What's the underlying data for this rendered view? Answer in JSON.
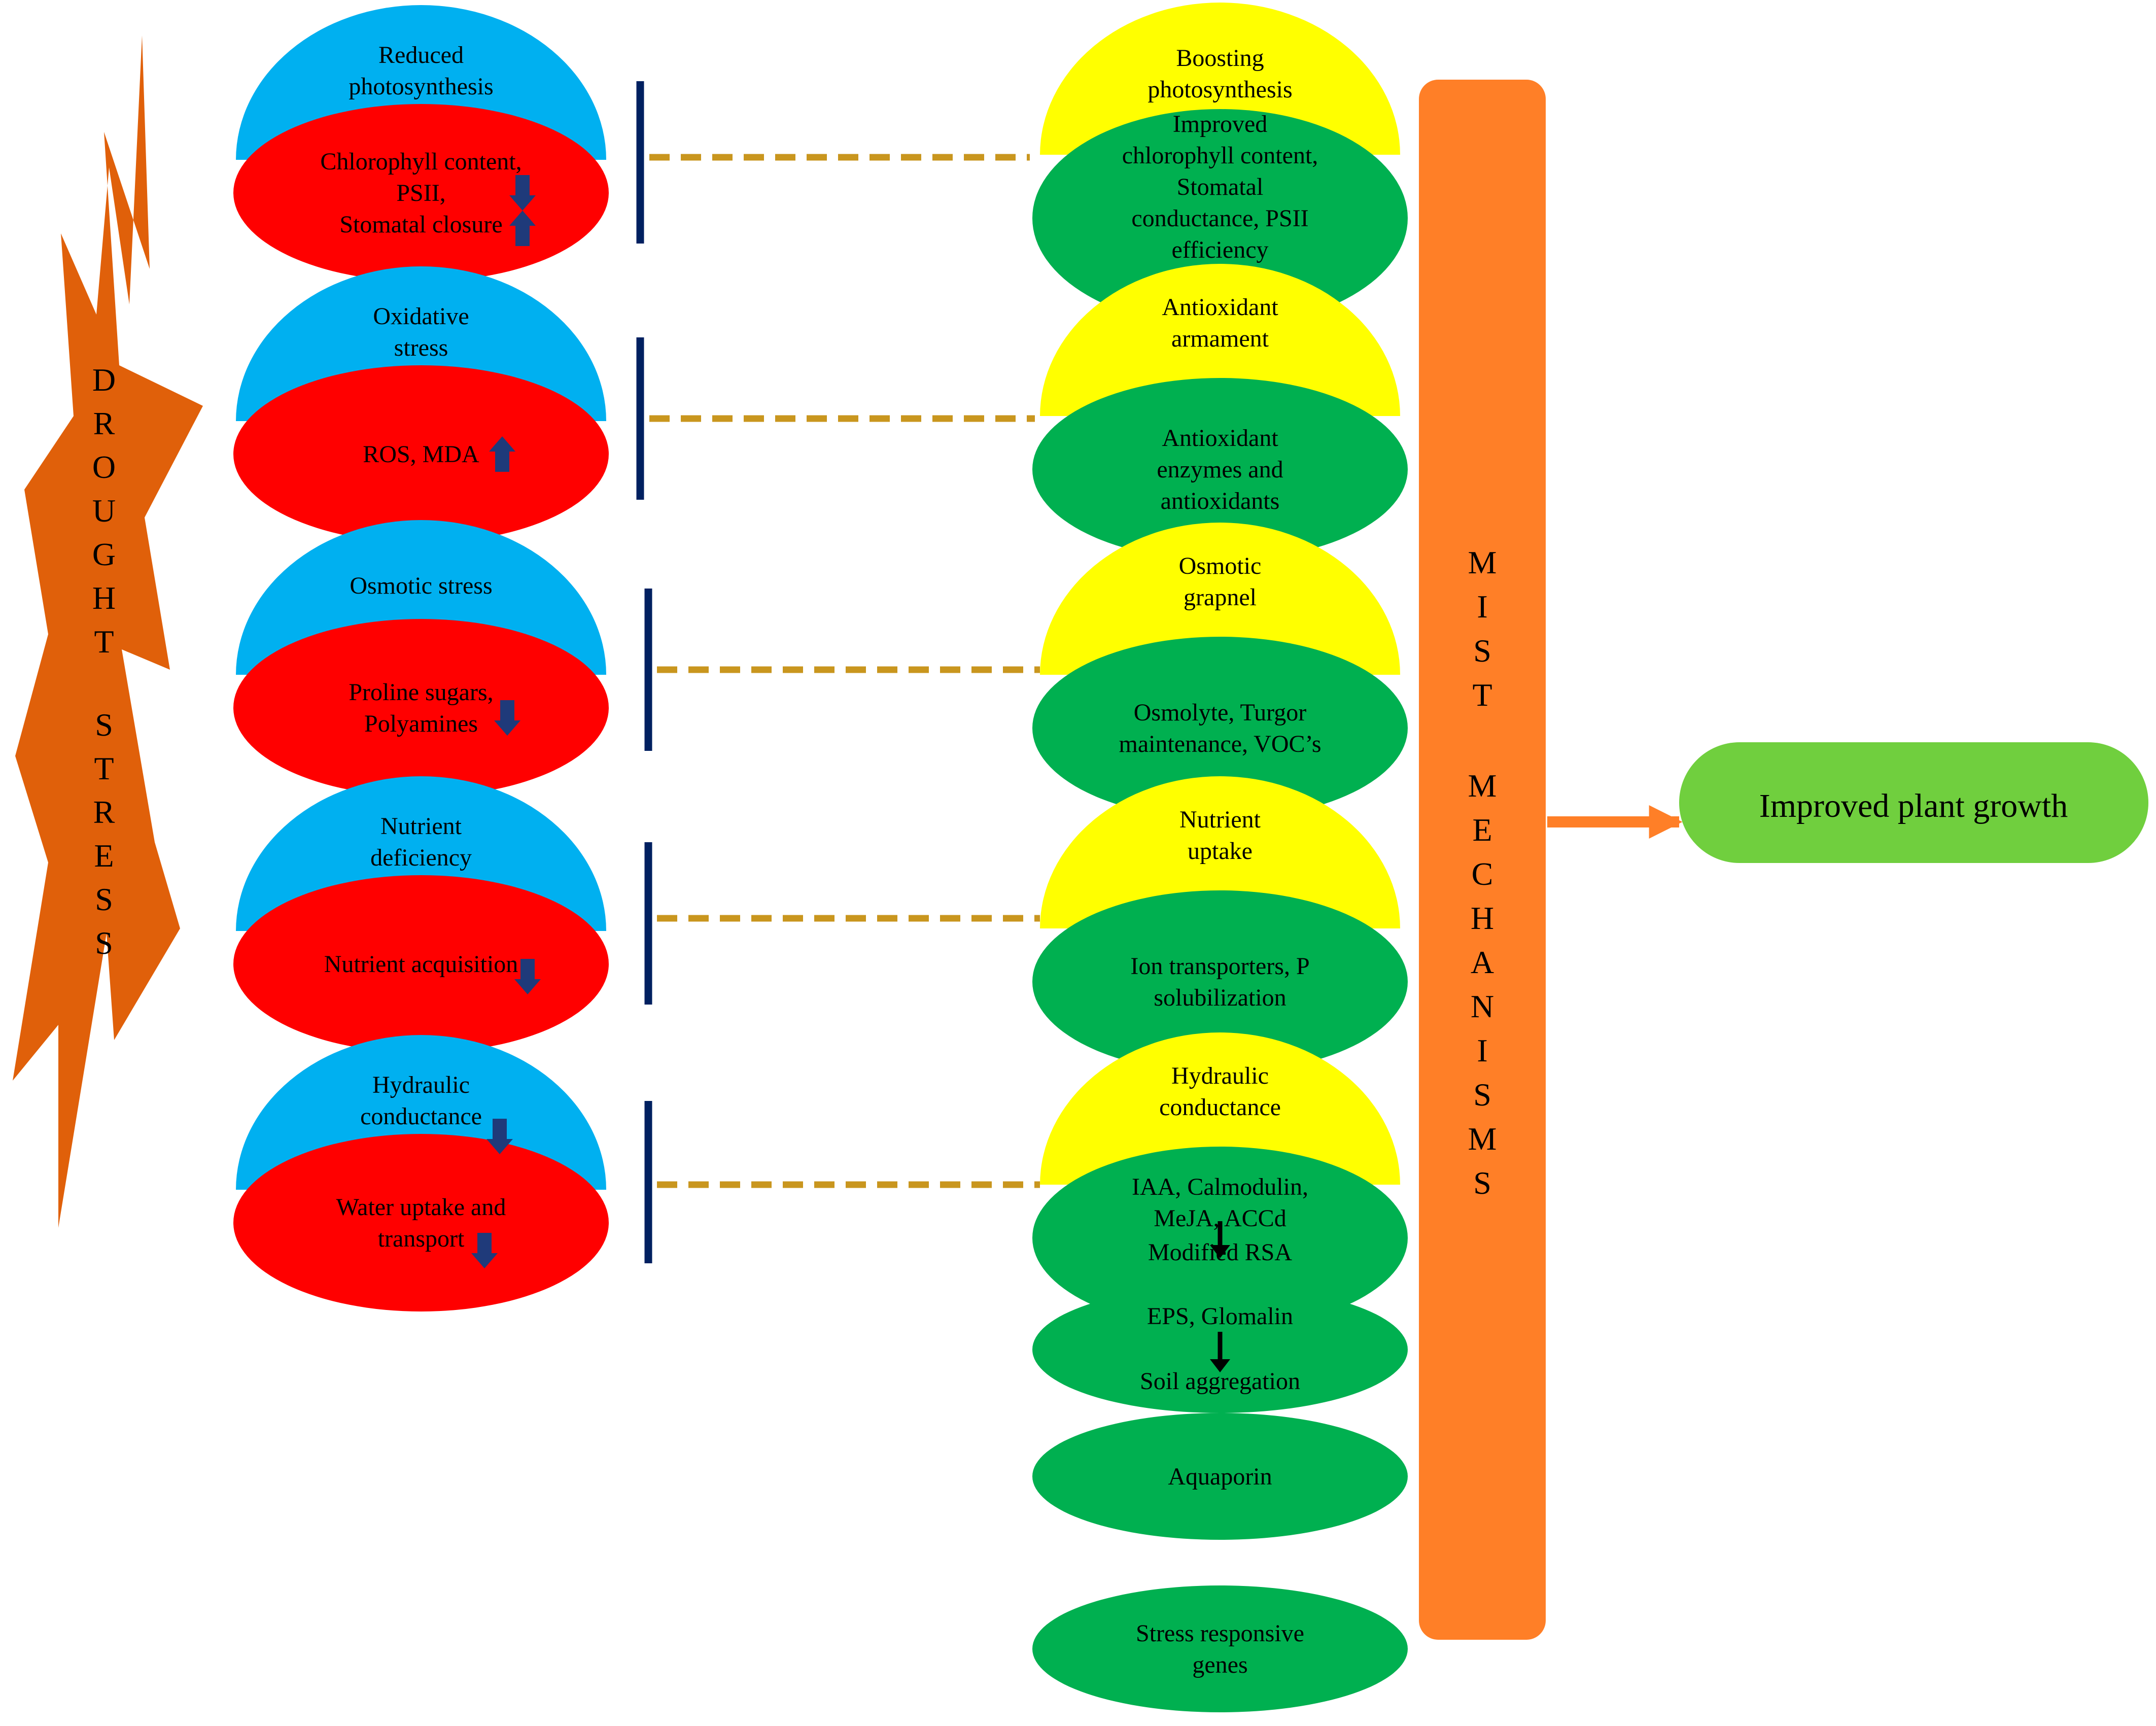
{
  "drought": {
    "letters_1": [
      "D",
      "R",
      "O",
      "U",
      "G",
      "H",
      "T"
    ],
    "letters_2": [
      "S",
      "T",
      "R",
      "E",
      "S",
      "S"
    ]
  },
  "stress": [
    {
      "cap": [
        "Reduced",
        "photosynthesis"
      ],
      "base": [
        "Chlorophyll content,",
        "PSII,",
        "Stomatal closure"
      ],
      "arrows": [
        "down",
        "up"
      ],
      "capArrow": null
    },
    {
      "cap": [
        "Oxidative",
        "stress"
      ],
      "base": [
        "ROS, MDA"
      ],
      "arrows": [
        "up"
      ],
      "capArrow": null
    },
    {
      "cap": [
        "Osmotic stress"
      ],
      "base": [
        "Proline sugars,",
        "Polyamines"
      ],
      "arrows": [
        "down"
      ],
      "capArrow": null
    },
    {
      "cap": [
        "Nutrient",
        "deficiency"
      ],
      "base": [
        "Nutrient acquisition"
      ],
      "arrows": [
        "down"
      ],
      "capArrow": null
    },
    {
      "cap": [
        "Hydraulic",
        "conductance"
      ],
      "base": [
        "Water uptake and",
        "transport"
      ],
      "arrows": [
        "down"
      ],
      "capArrow": "down"
    }
  ],
  "response": [
    {
      "cap": [
        "Boosting",
        "photosynthesis"
      ],
      "base": [
        "Improved",
        "chlorophyll content,",
        "Stomatal",
        "conductance, PSII",
        "efficiency"
      ]
    },
    {
      "cap": [
        "Antioxidant",
        "armament"
      ],
      "base": [
        "Antioxidant",
        "enzymes and",
        "antioxidants"
      ]
    },
    {
      "cap": [
        "Osmotic",
        "grapnel"
      ],
      "base": [
        "Osmolyte, Turgor",
        "maintenance, VOC’s"
      ]
    },
    {
      "cap": [
        "Nutrient",
        "uptake"
      ],
      "base": [
        "Ion transporters, P",
        "solubilization"
      ]
    },
    {
      "cap": [
        "Hydraulic",
        "conductance"
      ],
      "base": [
        "IAA, Calmodulin,",
        "MeJA, ACCd",
        "Modified RSA"
      ]
    }
  ],
  "extra": [
    [
      "EPS, Glomalin",
      "Soil aggregation"
    ],
    [
      "Aquaporin"
    ],
    [
      "Stress responsive",
      "genes"
    ]
  ],
  "mist": {
    "letters_1": [
      "M",
      "I",
      "S",
      "T"
    ],
    "letters_2": [
      "M",
      "E",
      "C",
      "H",
      "A",
      "N",
      "I",
      "S",
      "M",
      "S"
    ]
  },
  "outcome": {
    "label": "Improved plant growth"
  },
  "colors": {
    "burst": "#e0600a",
    "cap_stress": "#00b0f0",
    "base_stress": "#ff0000",
    "cap_response": "#ffff00",
    "base_response": "#00b050",
    "bar": "#002060",
    "dash": "#c9961e",
    "mist": "#ff7f27",
    "outcome": "#70cf3e",
    "arrow_blue": "#1f3a7a"
  }
}
